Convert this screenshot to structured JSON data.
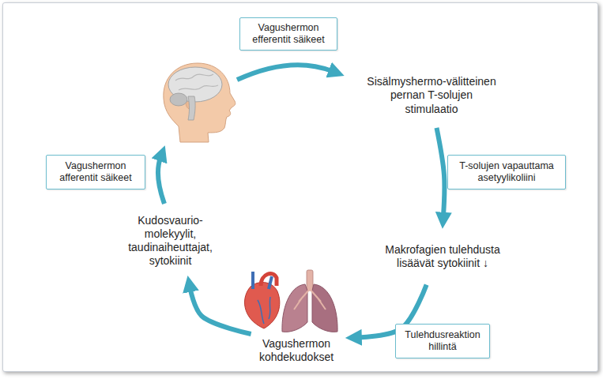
{
  "diagram": {
    "nodes": [
      {
        "text": [
          "Vagushermon efferentit säikeet"
        ]
      },
      {
        "text": [
          "Sisälmyshermo-välitteinen pernan T-solujen stimulaatio"
        ]
      },
      {
        "text": [
          "T-solujen vapauttama asetyylikoliini"
        ]
      },
      {
        "text": [
          "Makrofagien tulehdusta lisäävät sytokiinit ↓"
        ]
      },
      {
        "text": [
          "Tulehdusreaktion hillintä"
        ]
      },
      {
        "text": [
          "Vagushermon kohdekudokset"
        ]
      },
      {
        "text": [
          "Kudosvaurio-molekyylit, taudinaiheuttajat, sytokiinit"
        ]
      },
      {
        "text": [
          "Vagushermon afferentit säikeet"
        ]
      }
    ],
    "edges": [
      {
        "from": 1,
        "to": 3,
        "arrow": "to"
      },
      {
        "from": 3,
        "to": 5,
        "arrow": "to"
      },
      {
        "from": 5,
        "to": 6,
        "arrow": "to"
      }
    ]
  }
}
